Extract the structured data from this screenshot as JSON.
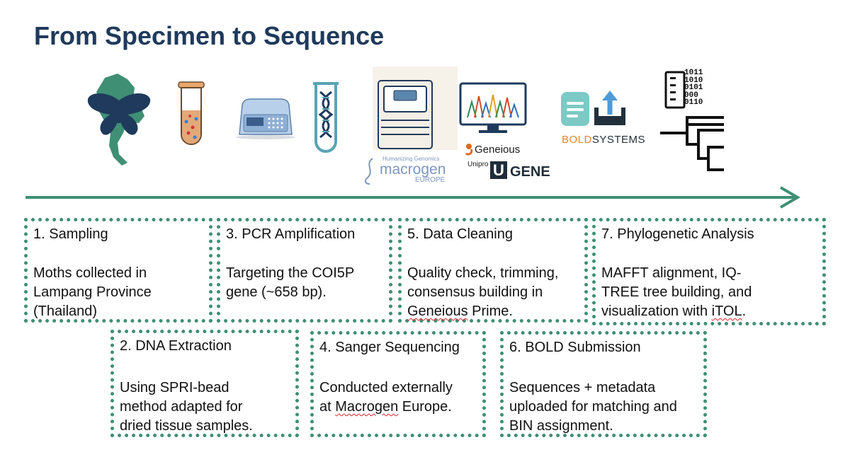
{
  "title": "From Specimen to Sequence",
  "logos": {
    "macrogen_tagline": "Humanizing Genomics",
    "macrogen_name": "macrogen",
    "macrogen_region": "EUROPE",
    "geneious": "Geneious",
    "unipro": "Unipro",
    "ugene_u": "U",
    "ugene_gene": "GENE",
    "bold_a": "BOLD",
    "bold_b": "SYSTEMS",
    "binary": [
      "1011",
      "1010",
      "0101",
      "000",
      "0110"
    ]
  },
  "colors": {
    "title": "#1f3a5c",
    "accent_green": "#3f8f74",
    "spellcheck_red": "#dd2222"
  },
  "steps": [
    {
      "title": "1. Sampling",
      "desc_lines": [
        "Moths collected in",
        "Lampang Province",
        "(Thailand)"
      ]
    },
    {
      "title": "2. DNA Extraction",
      "desc_lines": [
        "Using SPRI-bead",
        "method adapted for",
        "dried tissue samples."
      ]
    },
    {
      "title": "3. PCR Amplification",
      "desc_lines": [
        "Targeting the COI5P",
        "gene (~658 bp)."
      ]
    },
    {
      "title": "4. Sanger Sequencing",
      "desc_lines": [
        "Conducted externally"
      ],
      "desc_prefix": "at ",
      "desc_marked": "Macrogen",
      "desc_suffix": " Europe."
    },
    {
      "title": "5. Data Cleaning",
      "desc_lines": [
        "Quality check, trimming,",
        "consensus building in"
      ],
      "desc_marked": "Geneious",
      "desc_suffix": " Prime."
    },
    {
      "title": "6. BOLD Submission",
      "desc_lines": [
        "Sequences + metadata",
        "uploaded for matching and",
        "BIN assignment."
      ]
    },
    {
      "title": "7. Phylogenetic Analysis",
      "desc_lines": [
        "MAFFT alignment, IQ-",
        "TREE tree building, and"
      ],
      "desc_prefix": "visualization with ",
      "desc_marked": "iTOL",
      "desc_suffix": "."
    }
  ]
}
